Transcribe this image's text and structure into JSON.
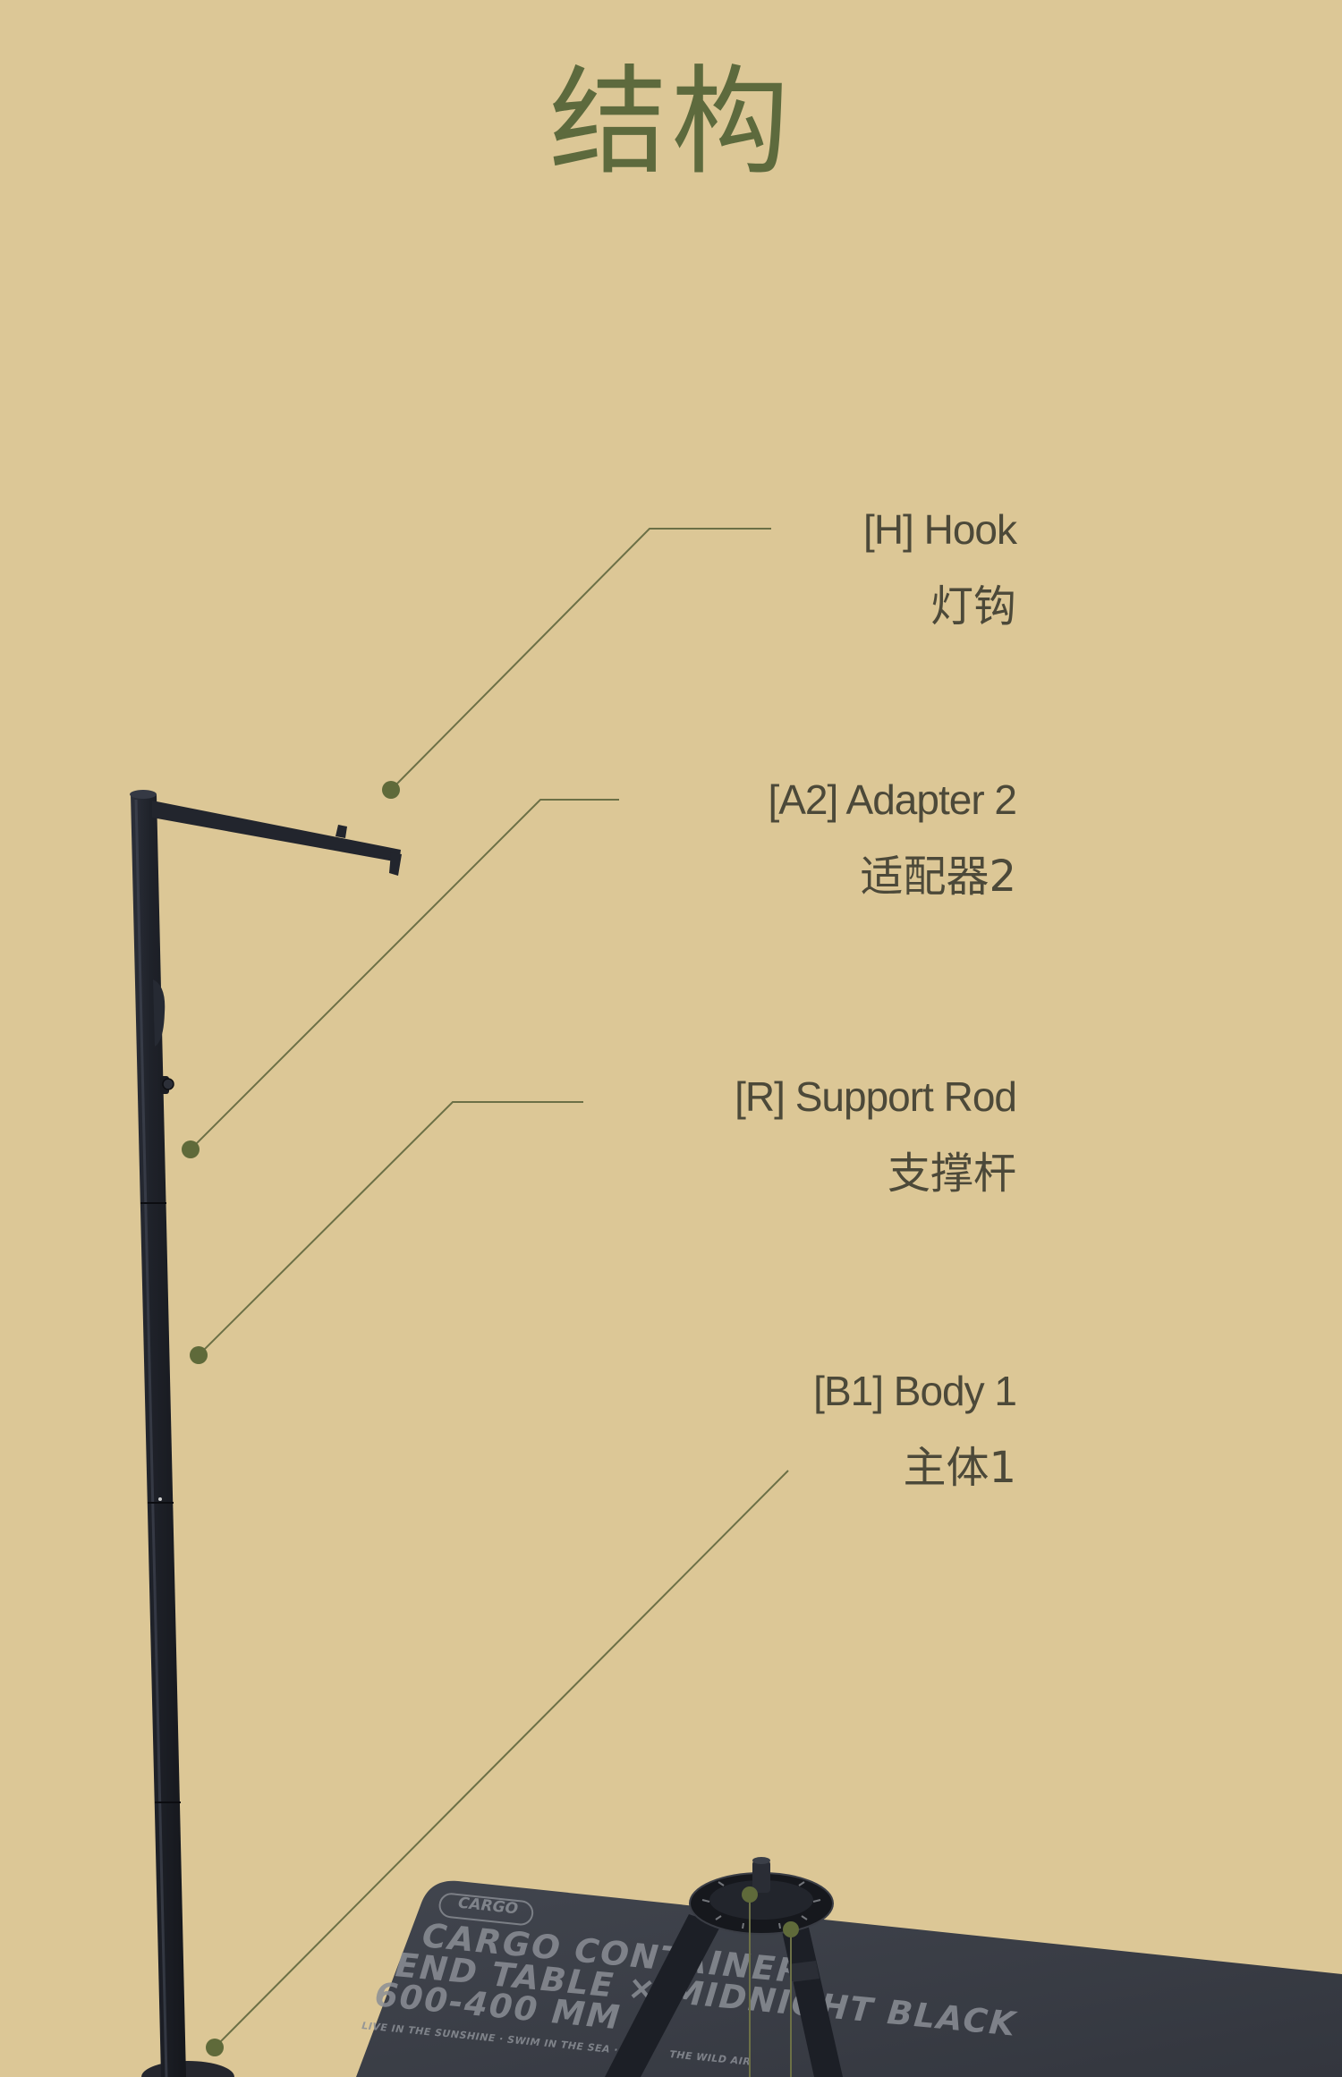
{
  "title": "结构",
  "callouts": [
    {
      "label_en": "[H] Hook",
      "label_zh": "灯钩"
    },
    {
      "label_en": "[A2] Adapter 2",
      "label_zh": "适配器2"
    },
    {
      "label_en": "[R] Support Rod",
      "label_zh": "支撑杆"
    },
    {
      "label_en": "[B1] Body 1",
      "label_zh": "主体1"
    }
  ],
  "table_print": {
    "badge": "CARGO",
    "line1": "CARGO CONTAINER",
    "line2": "END TABLE × MIDNIGHT BLACK",
    "line3": "600-400 MM",
    "tagline_a": "LIVE IN THE SUNSHINE · SWIM IN THE SEA ·",
    "tagline_b": "THE WILD AIR"
  },
  "colors": {
    "background": "#dcc796",
    "title": "#5d6a3d",
    "label": "#4c4939",
    "leader_line": "#6c7046",
    "leader_dot": "#5f6a3a",
    "stand": "#1f222a",
    "table": "#3a3e47"
  }
}
